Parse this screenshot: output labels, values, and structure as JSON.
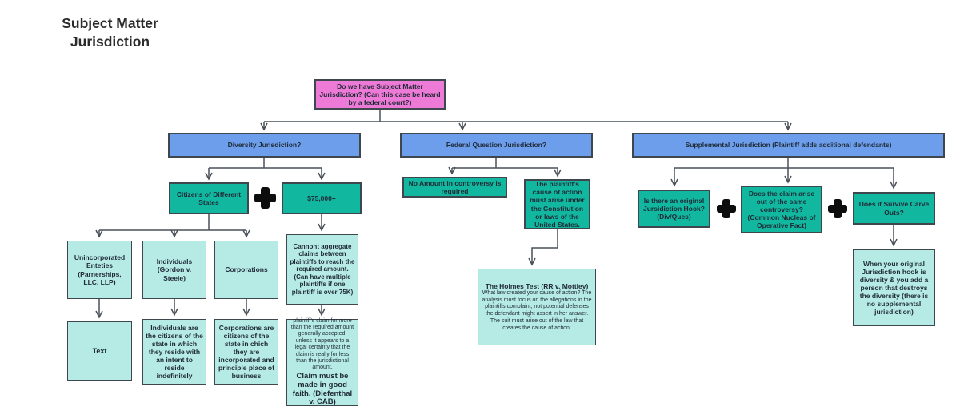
{
  "title": {
    "line1": "Subject Matter",
    "line2": "Jurisdiction"
  },
  "colors": {
    "pink": "#ee7ad7",
    "blue": "#6d9eeb",
    "teal": "#12b79f",
    "light": "#b5eae5",
    "border": "#3e464e",
    "connector": "#4a5158",
    "text": "#1f2a36",
    "plus": "#0d0d0d"
  },
  "icons": {
    "plus": "plus-icon (black heavy cross joining AND-conditions)"
  },
  "nodes": {
    "root": {
      "label": "Do we have Subject Matter Jurisdiction? (Can this case be heard by a federal court?)"
    },
    "diversity": {
      "label": "Diversity Jurisdiction?"
    },
    "federal": {
      "label": "Federal Question Jurisdiction?"
    },
    "supplemental": {
      "label": "Supplemental Jurisdiction (Plaintiff adds additional defendants)"
    },
    "citizens": {
      "label": "Citizens of Different States"
    },
    "amount": {
      "label": "$75,000+"
    },
    "no_amount": {
      "label": "No Amount in controversy is required"
    },
    "cause": {
      "label": "The plaintiff's cause of action must arise under the Constitution or laws of the United States."
    },
    "hook": {
      "label": "Is there an original Jursidiction Hook? (Div/Ques)"
    },
    "same_controversy": {
      "label": "Does the claim arise out of the same controversy? (Common Nucleas of Operative Fact)"
    },
    "carve_outs": {
      "label": "Does it Survive Carve Outs?"
    },
    "unincorporated": {
      "label": "Unincorporated Enteties (Parnerships, LLC, LLP)"
    },
    "individuals": {
      "label": "Individuals (Gordon v. Steele)"
    },
    "corporations": {
      "label": "Corporations"
    },
    "aggregate": {
      "label": "Cannont aggregate claims between plaintiffs to reach the required amount. (Can have multiple plaintiffs if one plaintiff is over 75K)"
    },
    "text_note": {
      "label": "Text"
    },
    "individuals_detail": {
      "label": "Individuals are the citizens of the state in which they reside with an intent to reside indefinitely"
    },
    "corporations_detail": {
      "label": "Corporations are citizens of the state in chich they are incorporated and principle place of business"
    },
    "claim": {
      "body": "plaintiff's claim for more than the required amount generally accepted, unless it appears to a legal certainty that the claim is really for less than the jurisdictional amount.",
      "emphasis": "Claim must be made in good faith. (Diefenthal v. CAB)"
    },
    "holmes": {
      "title": "The Holmes Test (RR v. Mottley)",
      "body": "What law created your cause of action? The analysis must focus on the allegations in the plaintiffs complaint, not potential defenses the defendant might assert in her answer. The suit must arise out of the law that creates the cause of action."
    },
    "destroys": {
      "label": "When your original Jurisdiction hook is diversity & you add a person that destroys the diversity (there is no supplemental jurisdiction)"
    }
  }
}
